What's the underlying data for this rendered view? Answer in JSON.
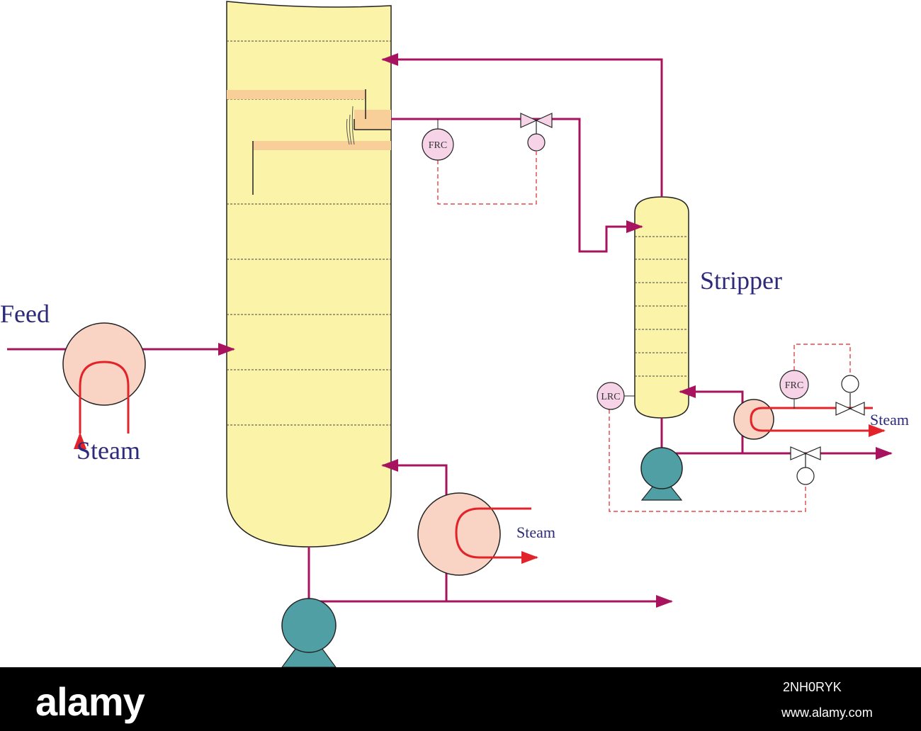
{
  "labels": {
    "feed": "Feed",
    "steam_left": "Steam",
    "steam_bottom": "Steam",
    "steam_right": "Steam",
    "stripper": "Stripper",
    "frc_top": "FRC",
    "frc_right": "FRC",
    "lrc": "LRC"
  },
  "watermark": {
    "brand": "alamy",
    "image_id": "2NH0RYK",
    "site": "www.alamy.com"
  },
  "colors": {
    "column_fill": "#fbf4a8",
    "tray_fill": "#f8cf98",
    "process_line": "#a8135f",
    "steam_line": "#e3232a",
    "control_line": "#e3232a",
    "exchanger_fill": "#f9d3c3",
    "pump_fill": "#4f9fa5",
    "instrument_fill": "#f6d3e7",
    "label_color": "#2e2a7a"
  }
}
